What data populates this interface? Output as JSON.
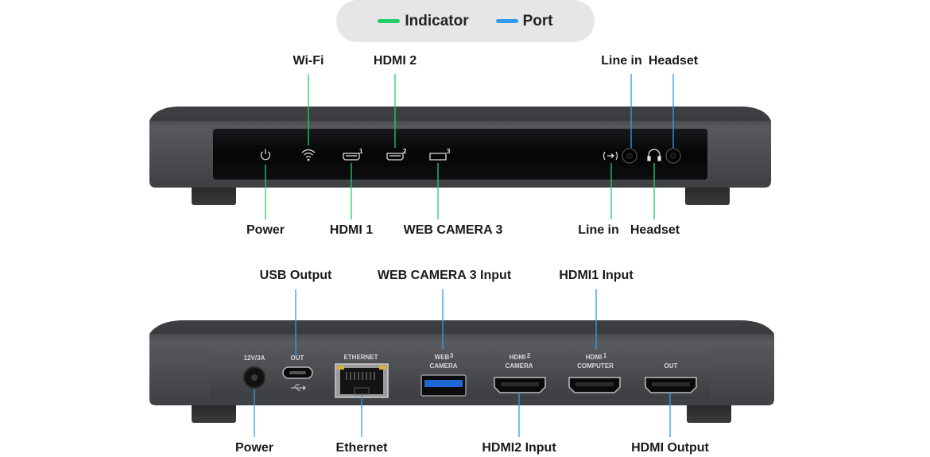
{
  "legend": {
    "items": [
      {
        "label": "Indicator",
        "color": "#1fcf6a"
      },
      {
        "label": "Port",
        "color": "#2f9cf2"
      }
    ]
  },
  "colors": {
    "indicator": "#1fcf6a",
    "port": "#2f9cf2",
    "body": "#4a4b4f",
    "panel": "#050506"
  },
  "front": {
    "labels": {
      "wifi": "Wi-Fi",
      "hdmi2": "HDMI 2",
      "line_in_top": "Line in",
      "headset_top": "Headset",
      "power": "Power",
      "hdmi1": "HDMI 1",
      "webcam3": "WEB CAMERA 3",
      "line_in_bottom": "Line in",
      "headset_bottom": "Headset"
    },
    "buttons": [
      "1",
      "2",
      "3"
    ],
    "icon_superscripts": [
      "1",
      "2",
      "3"
    ]
  },
  "rear": {
    "labels": {
      "usb_output": "USB Output",
      "webcam3_input": "WEB CAMERA 3 Input",
      "hdmi1_input": "HDMI1 Input",
      "power": "Power",
      "ethernet": "Ethernet",
      "hdmi2_input": "HDMI2 Input",
      "hdmi_output": "HDMI Output"
    },
    "silkscreen": {
      "power": "12V/3A",
      "usb": "OUT",
      "ethernet": "ETHERNET",
      "web_line1": "WEB",
      "web_sup": "3",
      "web_line2": "CAMERA",
      "hdmi2_line1": "HDMI",
      "hdmi2_sup": "2",
      "hdmi2_line2": "CAMERA",
      "hdmi1_line1": "HDMI",
      "hdmi1_sup": "1",
      "hdmi1_line2": "COMPUTER",
      "out": "OUT"
    }
  }
}
